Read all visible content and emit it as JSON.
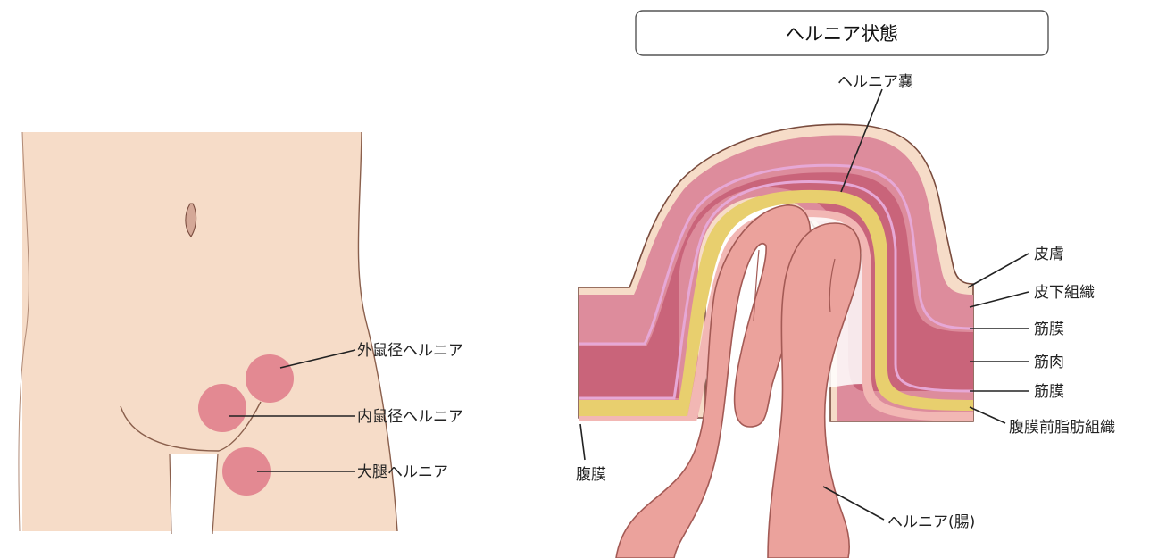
{
  "left_figure": {
    "labels": {
      "indirect_inguinal": "外鼠径ヘルニア",
      "direct_inguinal": "内鼠径ヘルニア",
      "femoral": "大腿ヘルニア"
    },
    "marker_color": "#e2848f"
  },
  "right_figure": {
    "title": "ヘルニア状態",
    "labels": {
      "hernia_sac": "ヘルニア嚢",
      "skin": "皮膚",
      "subcutaneous": "皮下組織",
      "fascia_upper": "筋膜",
      "muscle": "筋肉",
      "fascia_lower": "筋膜",
      "preperitoneal_fat": "腹膜前脂肪組織",
      "peritoneum": "腹膜",
      "hernia_bowel": "ヘルニア(腸)"
    }
  },
  "colors": {
    "skin": "#f6dcc8",
    "skin_outline": "#8a5f4c",
    "muscle": "#c9647a",
    "subcutaneous": "#dd8c9c",
    "fat": "#e8cf6e",
    "peritoneum": "#f2b7b4",
    "bowel": "#eba29c"
  }
}
